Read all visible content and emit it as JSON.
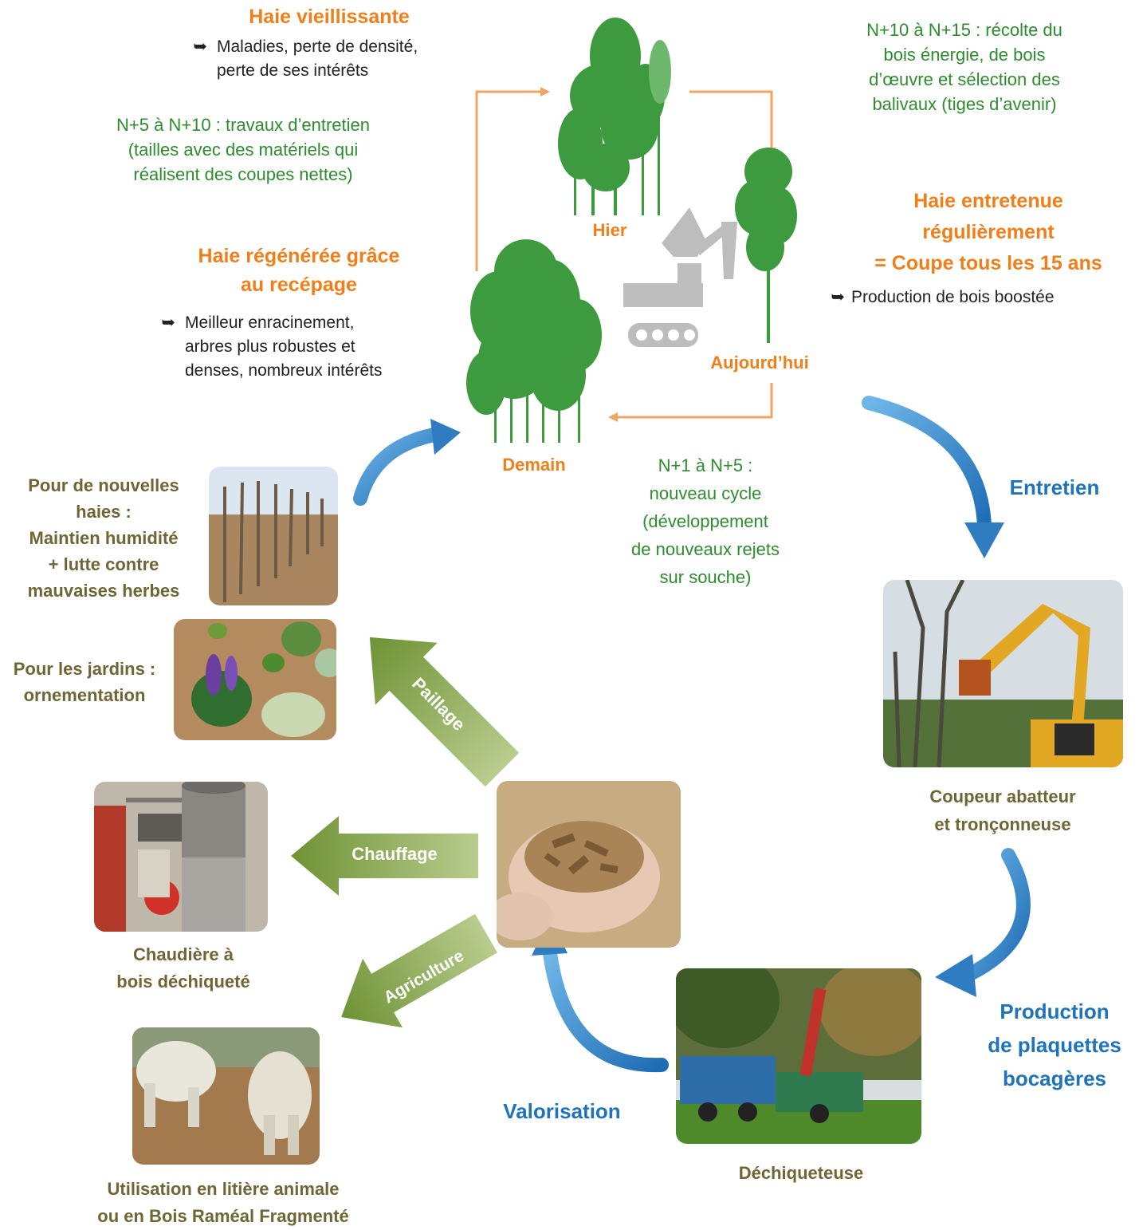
{
  "top": {
    "aging_title": "Haie vieillissante",
    "aging_lines": [
      "Maladies, perte de densité,",
      "perte de ses intérêts"
    ],
    "maintenance_lines": [
      "N+5 à N+10 : travaux d’entretien",
      "(tailles avec des matériels qui",
      "réalisent des coupes nettes)"
    ],
    "regen_title_lines": [
      "Haie régénérée grâce",
      "au recépage"
    ],
    "regen_lines": [
      "Meilleur enracinement,",
      "arbres plus robustes et",
      "denses, nombreux intérêts"
    ],
    "harvest_lines": [
      "N+10 à N+15 : récolte du",
      "bois énergie, de bois",
      "d’œuvre et sélection des",
      "balivaux (tiges d’avenir)"
    ],
    "maintained_title_lines": [
      "Haie entretenue",
      "régulièrement",
      "= Coupe tous les 15 ans"
    ],
    "maintained_line": "Production de bois boostée",
    "new_cycle_lines": [
      "N+1 à N+5 :",
      "nouveau cycle",
      "(développement",
      "de nouveaux rejets",
      "sur souche)"
    ]
  },
  "cycle_labels": {
    "hier": "Hier",
    "aujourdhui": "Aujourd’hui",
    "demain": "Demain"
  },
  "steps": {
    "entretien": "Entretien",
    "production_lines": [
      "Production",
      "de plaquettes",
      "bocagères"
    ],
    "valorisation": "Valorisation"
  },
  "photos": {
    "new_hedges_lines": [
      "Pour de nouvelles",
      "haies :",
      "Maintien humidité",
      "+ lutte contre",
      "mauvaises herbes"
    ],
    "gardens_lines": [
      "Pour les jardins :",
      "ornementation"
    ],
    "cutter_lines": [
      "Coupeur abatteur",
      "et tronçonneuse"
    ],
    "boiler_lines": [
      "Chaudière à",
      "bois déchiqueté"
    ],
    "shredder": "Déchiqueteuse",
    "litter_lines": [
      "Utilisation en litière animale",
      "ou en Bois Raméal Fragmenté"
    ]
  },
  "uses": {
    "paillage": "Paillage",
    "chauffage": "Chauffage",
    "agriculture": "Agriculture"
  },
  "colors": {
    "orange": "#F07F1A",
    "green_text": "#2E8B2E",
    "olive": "#6E6634",
    "blue": "#1F73B8",
    "arrow_green": "#7A9A3C",
    "tree_green": "#3E9A3E"
  }
}
